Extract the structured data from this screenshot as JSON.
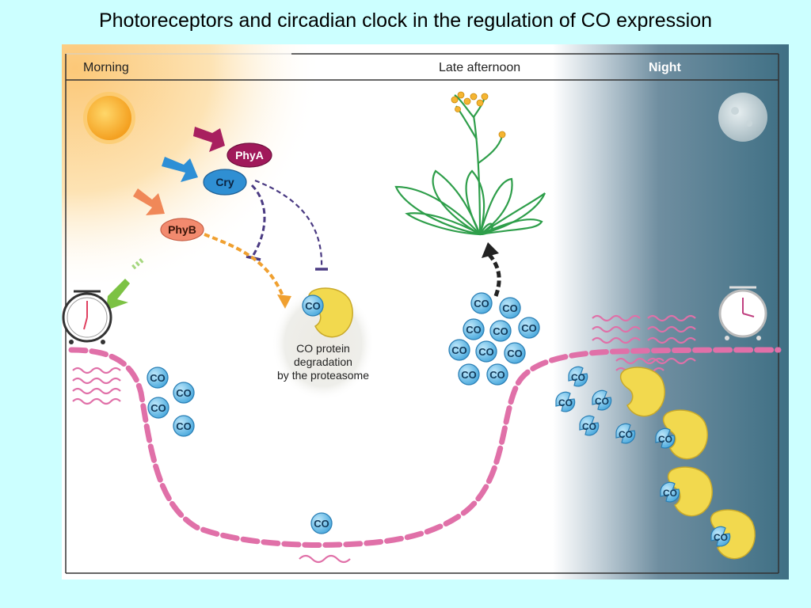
{
  "title": "Photoreceptors and circadian clock in the regulation of CO expression",
  "phases": {
    "morning": "Morning",
    "late_afternoon": "Late afternoon",
    "night": "Night"
  },
  "photoreceptors": {
    "phya": "PhyA",
    "cry": "Cry",
    "phyb": "PhyB"
  },
  "protein": "CO",
  "caption": [
    "CO protein",
    "degradation",
    "by the proteasome"
  ],
  "colors": {
    "background": "#ccffff",
    "night_panel": "#3e6f84",
    "dashed_curve": "#e070a8",
    "co_molecule": "#5fb8e6",
    "proteasome": "#f2d94e",
    "phya": "#a0195a",
    "cry": "#2f8fd3",
    "phyb": "#f28a6e"
  },
  "icons": [
    "sun-icon",
    "moon-icon",
    "clock-icon",
    "plant-icon",
    "proteasome-icon"
  ]
}
